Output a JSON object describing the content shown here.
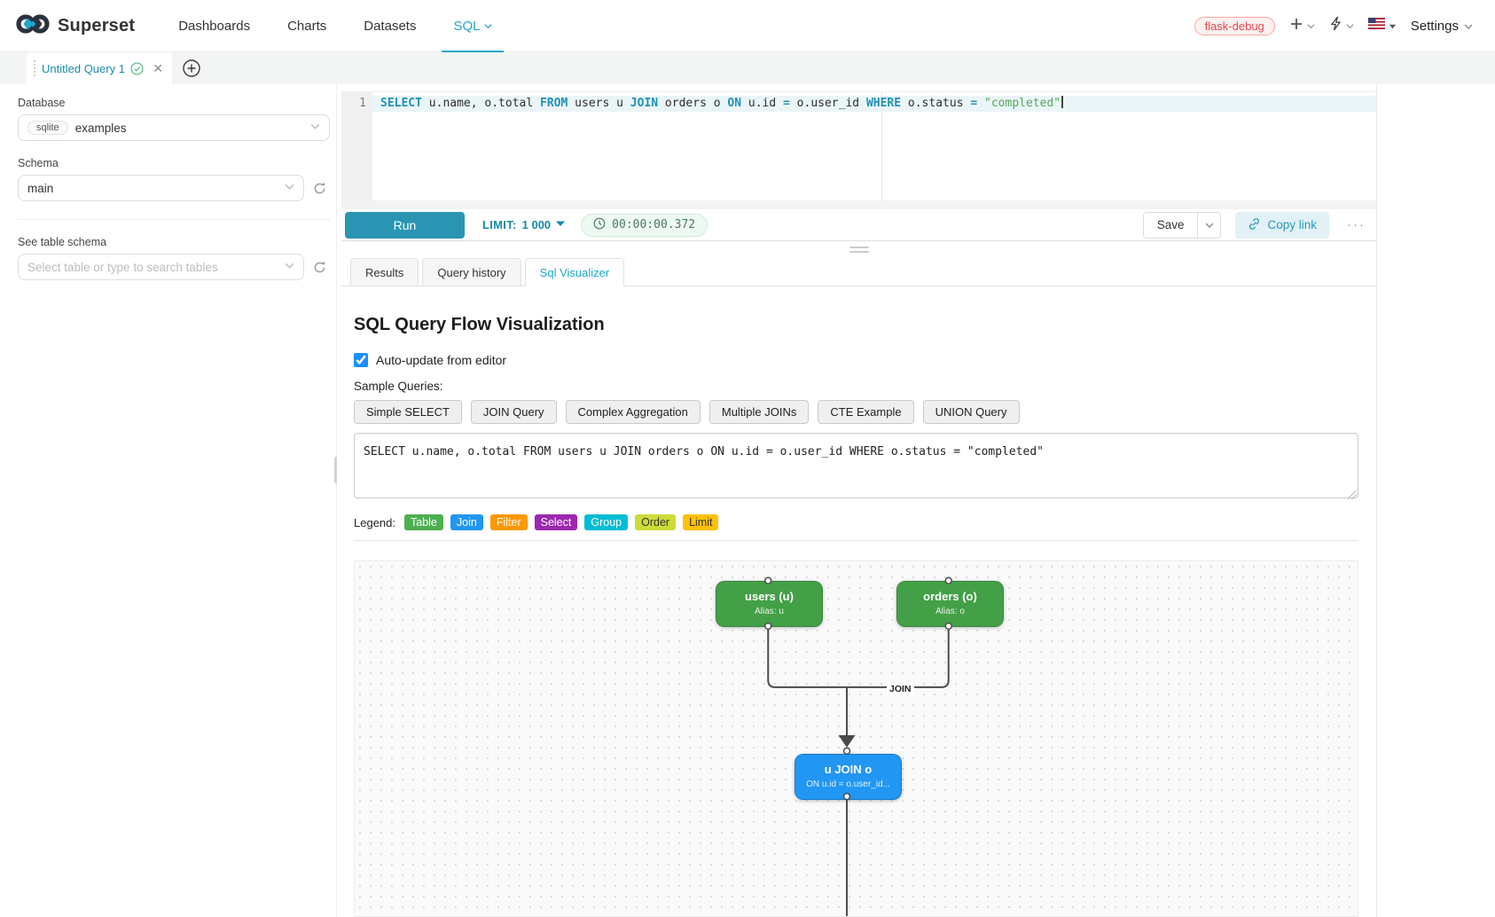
{
  "navbar": {
    "brand": "Superset",
    "items": [
      {
        "label": "Dashboards",
        "active": false,
        "caret": false
      },
      {
        "label": "Charts",
        "active": false,
        "caret": false
      },
      {
        "label": "Datasets",
        "active": false,
        "caret": false
      },
      {
        "label": "SQL",
        "active": true,
        "caret": true
      }
    ],
    "env_badge": "flask-debug",
    "settings_label": "Settings"
  },
  "editor_tab": {
    "title": "Untitled Query 1"
  },
  "sidebar": {
    "database_label": "Database",
    "database_engine": "sqlite",
    "database_name": "examples",
    "schema_label": "Schema",
    "schema_value": "main",
    "table_label": "See table schema",
    "table_placeholder": "Select table or type to search tables"
  },
  "sql_editor": {
    "line_number": "1",
    "tokens": [
      {
        "t": "kw",
        "v": "SELECT"
      },
      {
        "t": "pl",
        "v": " u.name, o.total "
      },
      {
        "t": "kw",
        "v": "FROM"
      },
      {
        "t": "pl",
        "v": " users u "
      },
      {
        "t": "kw",
        "v": "JOIN"
      },
      {
        "t": "pl",
        "v": " orders o "
      },
      {
        "t": "kw",
        "v": "ON"
      },
      {
        "t": "pl",
        "v": " u.id "
      },
      {
        "t": "op",
        "v": "="
      },
      {
        "t": "pl",
        "v": " o.user_id "
      },
      {
        "t": "kw",
        "v": "WHERE"
      },
      {
        "t": "pl",
        "v": " o.status "
      },
      {
        "t": "op",
        "v": "="
      },
      {
        "t": "pl",
        "v": " "
      },
      {
        "t": "str",
        "v": "\"completed\""
      }
    ]
  },
  "toolbar": {
    "run_label": "Run",
    "limit_label": "LIMIT:",
    "limit_value": "1 000",
    "timer": "00:00:00.372",
    "save_label": "Save",
    "copy_link_label": "Copy link",
    "more_label": "···"
  },
  "results_tabs": [
    {
      "label": "Results",
      "active": false
    },
    {
      "label": "Query history",
      "active": false
    },
    {
      "label": "Sql Visualizer",
      "active": true
    }
  ],
  "visualizer": {
    "title": "SQL Query Flow Visualization",
    "auto_update_label": "Auto-update from editor",
    "auto_update_checked": true,
    "sample_queries_label": "Sample Queries:",
    "sample_buttons": [
      "Simple SELECT",
      "JOIN Query",
      "Complex Aggregation",
      "Multiple JOINs",
      "CTE Example",
      "UNION Query"
    ],
    "query_text": "SELECT u.name, o.total FROM users u JOIN orders o ON u.id = o.user_id WHERE o.status = \"completed\"",
    "legend_label": "Legend:",
    "legend": [
      {
        "label": "Table",
        "bg": "#4CAF50",
        "fg": "#ffffff"
      },
      {
        "label": "Join",
        "bg": "#2196F3",
        "fg": "#ffffff"
      },
      {
        "label": "Filter",
        "bg": "#FF9800",
        "fg": "#ffffff"
      },
      {
        "label": "Select",
        "bg": "#9C27B0",
        "fg": "#ffffff"
      },
      {
        "label": "Group",
        "bg": "#00BCD4",
        "fg": "#ffffff"
      },
      {
        "label": "Order",
        "bg": "#CDDC39",
        "fg": "#333333"
      },
      {
        "label": "Limit",
        "bg": "#FFC107",
        "fg": "#333333"
      }
    ],
    "diagram": {
      "edge_label": "JOIN",
      "nodes": [
        {
          "title": "users (u)",
          "subtitle": "Alias: u",
          "color": "#43A047"
        },
        {
          "title": "orders (o)",
          "subtitle": "Alias: o",
          "color": "#43A047"
        },
        {
          "title": "u JOIN o",
          "subtitle": "ON u.id = o.user_id...",
          "color": "#2196F3"
        }
      ]
    }
  }
}
